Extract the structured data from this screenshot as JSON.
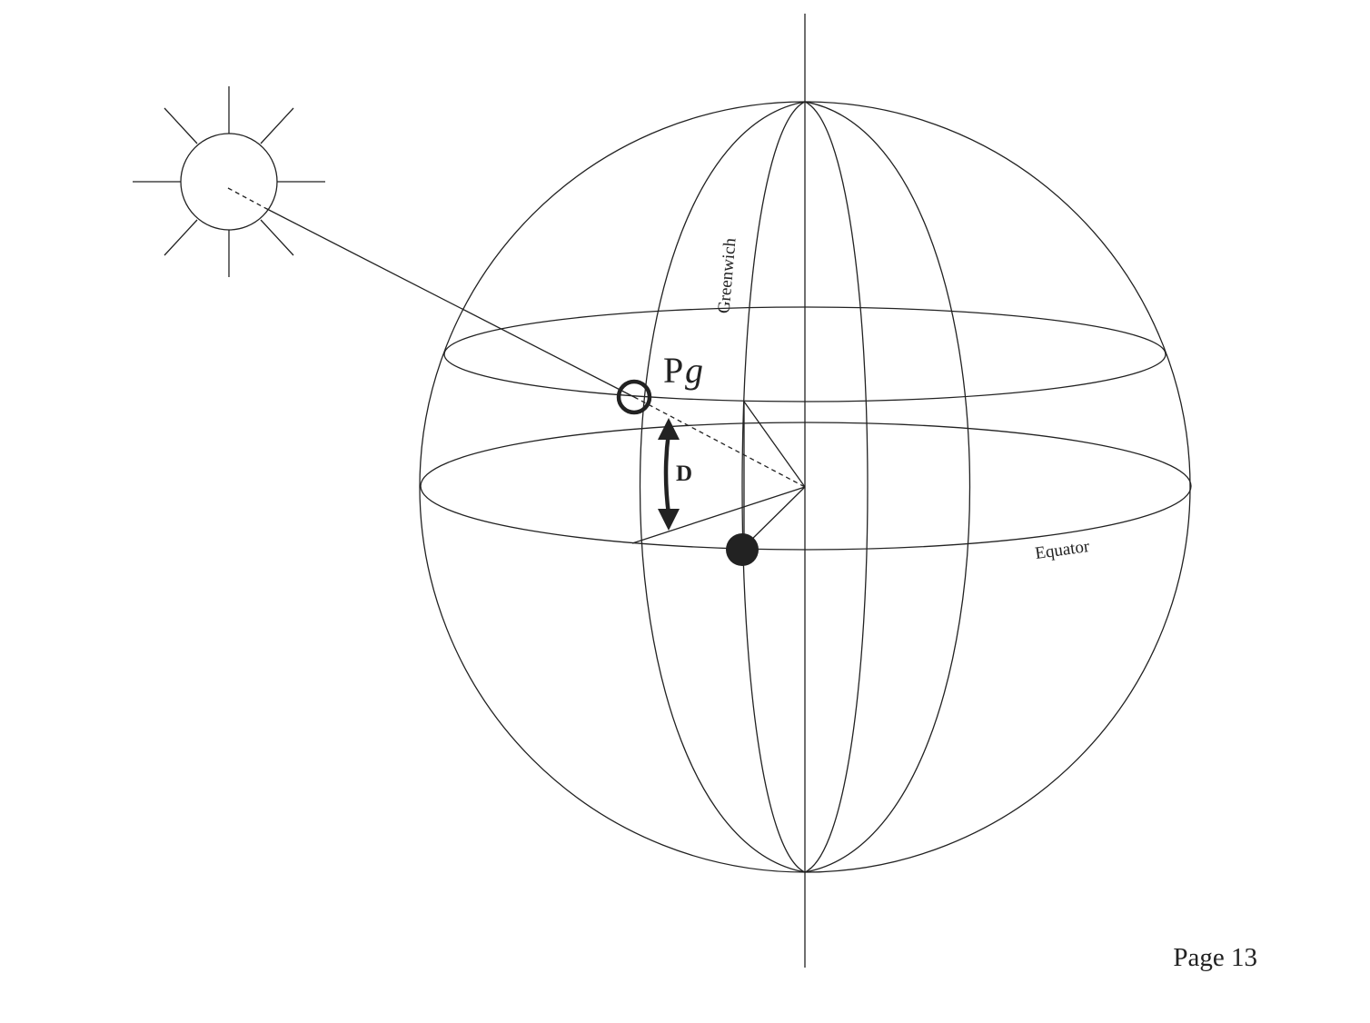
{
  "labels": {
    "greenwich": "Greenwich",
    "equator": "Equator",
    "gp_label_main": "P",
    "gp_label_italic": "g",
    "declination": "D"
  },
  "page_number": "Page 13",
  "icons": {
    "sun": "sun-icon",
    "geographic_position": "open-circle-marker",
    "observer_point": "filled-circle-marker",
    "declination_arrow": "double-headed-arrow"
  },
  "colors": {
    "ink": "#222222",
    "background": "#ffffff"
  }
}
